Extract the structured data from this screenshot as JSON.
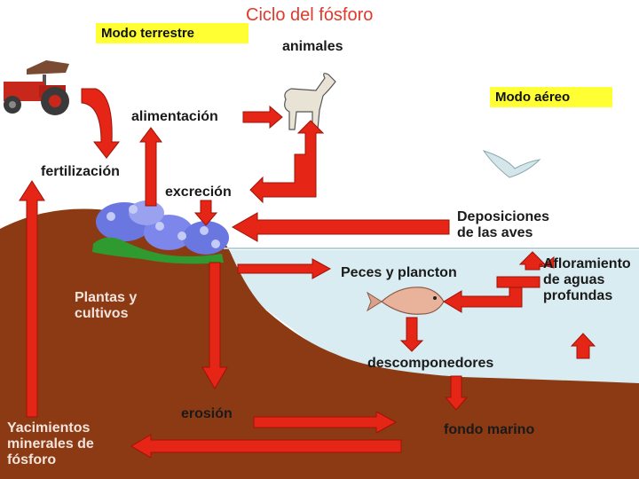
{
  "title": "Ciclo del fósforo",
  "modes": {
    "land": "Modo terrestre",
    "air": "Modo aéreo"
  },
  "labels": {
    "animals": "animales",
    "feeding": "alimentación",
    "fertilization": "fertilización",
    "excretion": "excreción",
    "bird_deposits": "Deposiciones\nde las aves",
    "fish_plankton": "Peces y plancton",
    "upwelling": "Afloramiento\nde aguas\nprofundas",
    "plants": "Plantas y\ncultivos",
    "decomposers": "descomponedores",
    "erosion": "erosión",
    "sea_floor": "fondo marino",
    "mineral_deposits": "Yacimientos\nminerales de\nfósforo"
  },
  "colors": {
    "arrow": "#e52515",
    "arrow_edge": "#a01208",
    "soil": "#8b3a14",
    "water": "#d9ecf2",
    "highlight": "#ffff33"
  },
  "icons": [
    "tractor-icon",
    "horse-icon",
    "bird-icon",
    "fish-icon",
    "flowers-icon"
  ]
}
